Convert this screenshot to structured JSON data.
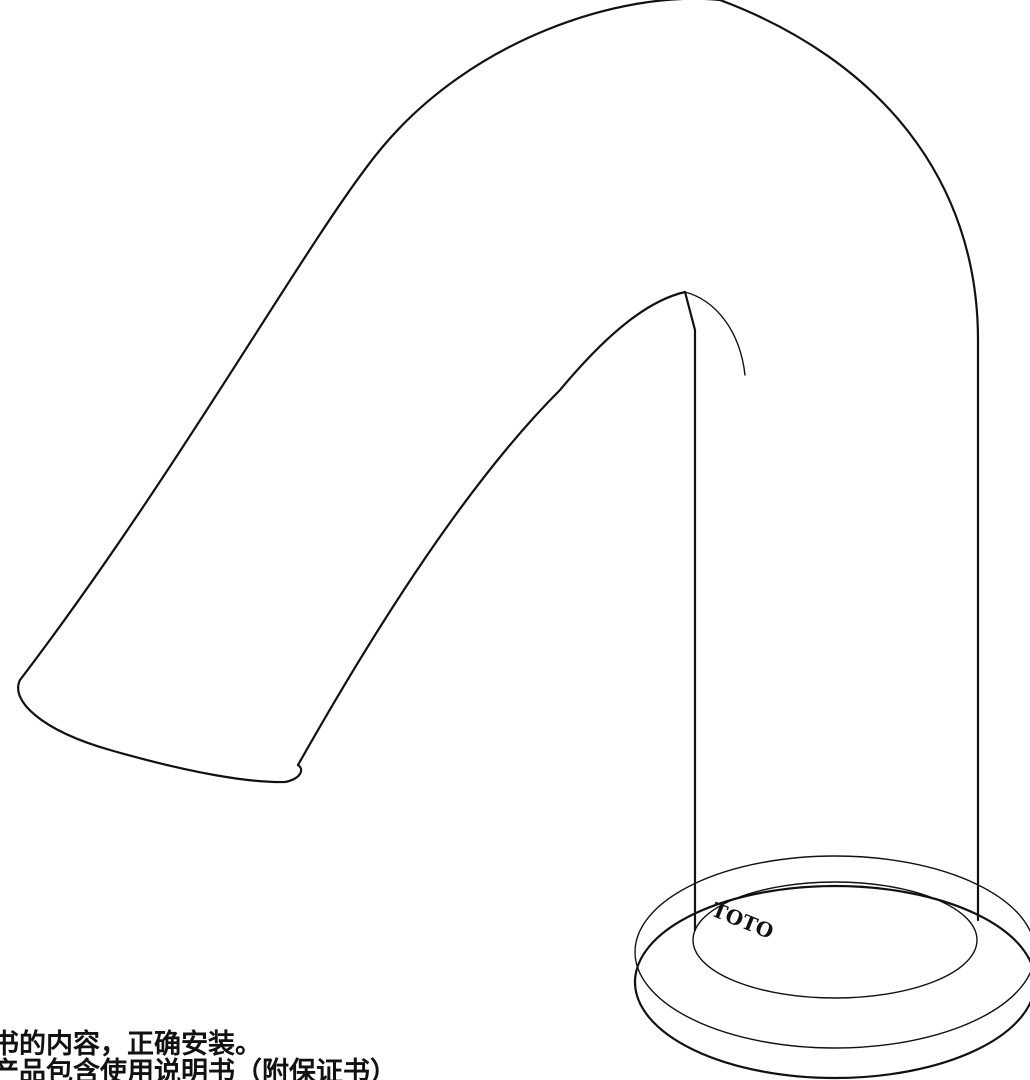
{
  "brand": {
    "logo_text": "TOTO"
  },
  "instructions": {
    "line1": "书的内容，正确安装。",
    "line2": "产品包含使用说明书（附保证书）"
  }
}
